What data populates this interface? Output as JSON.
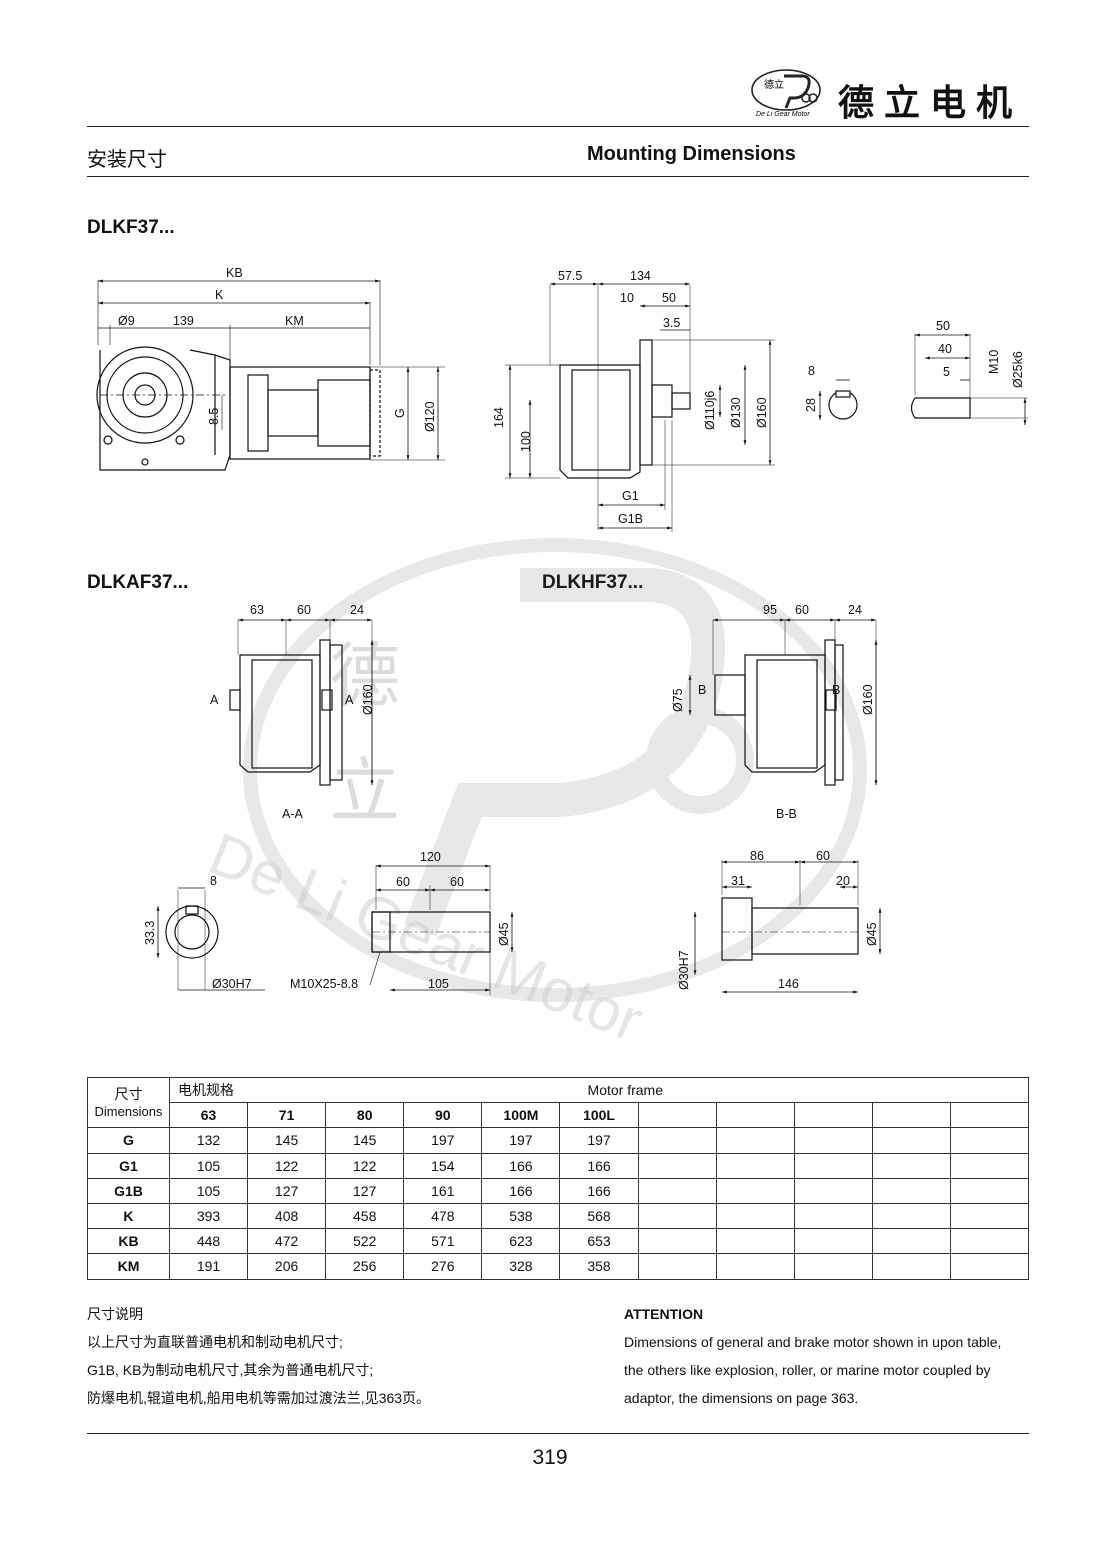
{
  "header": {
    "brand_cn": "德立电机",
    "logo_text": "De Li Gear Motor",
    "logo_mark_cn": "德立"
  },
  "section": {
    "title_cn": "安装尺寸",
    "title_en": "Mounting Dimensions"
  },
  "models": {
    "m1": "DLKF37...",
    "m2": "DLKAF37...",
    "m3": "DLKHF37..."
  },
  "drawing1": {
    "kb": "KB",
    "k": "K",
    "d9": "Ø9",
    "v139": "139",
    "km": "KM",
    "v8_5": "8.5",
    "g": "G",
    "d120": "Ø120"
  },
  "drawing2": {
    "v57_5": "57.5",
    "v134": "134",
    "v10": "10",
    "v50": "50",
    "v3_5": "3.5",
    "v164": "164",
    "v100": "100",
    "d110": "Ø110j6",
    "d130": "Ø130",
    "d160": "Ø160",
    "g1": "G1",
    "g1b": "G1B"
  },
  "drawing3": {
    "v8": "8",
    "v28": "28"
  },
  "drawing4": {
    "v50": "50",
    "v40": "40",
    "v5": "5",
    "m10": "M10",
    "d25": "Ø25k6"
  },
  "drawing5": {
    "v63": "63",
    "v60": "60",
    "v24": "24",
    "a": "A",
    "d160": "Ø160",
    "aa": "A-A"
  },
  "drawing6": {
    "v95": "95",
    "v60": "60",
    "v24": "24",
    "b": "B",
    "d75": "Ø75",
    "d160": "Ø160",
    "bb": "B-B"
  },
  "drawing7": {
    "v8": "8",
    "v33_3": "33.3",
    "d30": "Ø30H7"
  },
  "drawing8": {
    "v120": "120",
    "v60a": "60",
    "v60b": "60",
    "d45": "Ø45",
    "m10": "M10X25-8.8",
    "v105": "105"
  },
  "drawing9": {
    "v86": "86",
    "v60": "60",
    "v31": "31",
    "v20": "20",
    "d45": "Ø45",
    "d30": "Ø30H7",
    "v146": "146"
  },
  "table": {
    "col1_cn": "尺寸",
    "col1_en": "Dimensions",
    "motor_cn": "电机规格",
    "motor_en": "Motor frame",
    "frames": [
      "63",
      "71",
      "80",
      "90",
      "100M",
      "100L"
    ],
    "rows": [
      {
        "label": "G",
        "values": [
          "132",
          "145",
          "145",
          "197",
          "197",
          "197"
        ]
      },
      {
        "label": "G1",
        "values": [
          "105",
          "122",
          "122",
          "154",
          "166",
          "166"
        ]
      },
      {
        "label": "G1B",
        "values": [
          "105",
          "127",
          "127",
          "161",
          "166",
          "166"
        ]
      },
      {
        "label": "K",
        "values": [
          "393",
          "408",
          "458",
          "478",
          "538",
          "568"
        ]
      },
      {
        "label": "KB",
        "values": [
          "448",
          "472",
          "522",
          "571",
          "623",
          "653"
        ]
      },
      {
        "label": "KM",
        "values": [
          "191",
          "206",
          "256",
          "276",
          "328",
          "358"
        ]
      }
    ]
  },
  "notes_cn": {
    "title": "尺寸说明",
    "l1": "以上尺寸为直联普通电机和制动电机尺寸;",
    "l2": "G1B, KB为制动电机尺寸,其余为普通电机尺寸;",
    "l3": "防爆电机,辊道电机,船用电机等需加过渡法兰,见363页。"
  },
  "notes_en": {
    "title": "ATTENTION",
    "l1": "Dimensions of general and brake motor shown in upon table,",
    "l2": "the others like explosion, roller, or marine motor coupled by",
    "l3": "adaptor, the dimensions on page 363."
  },
  "watermark": {
    "text": "De Li Gear Motor",
    "cn1": "德",
    "cn2": "立"
  },
  "page_number": "319"
}
